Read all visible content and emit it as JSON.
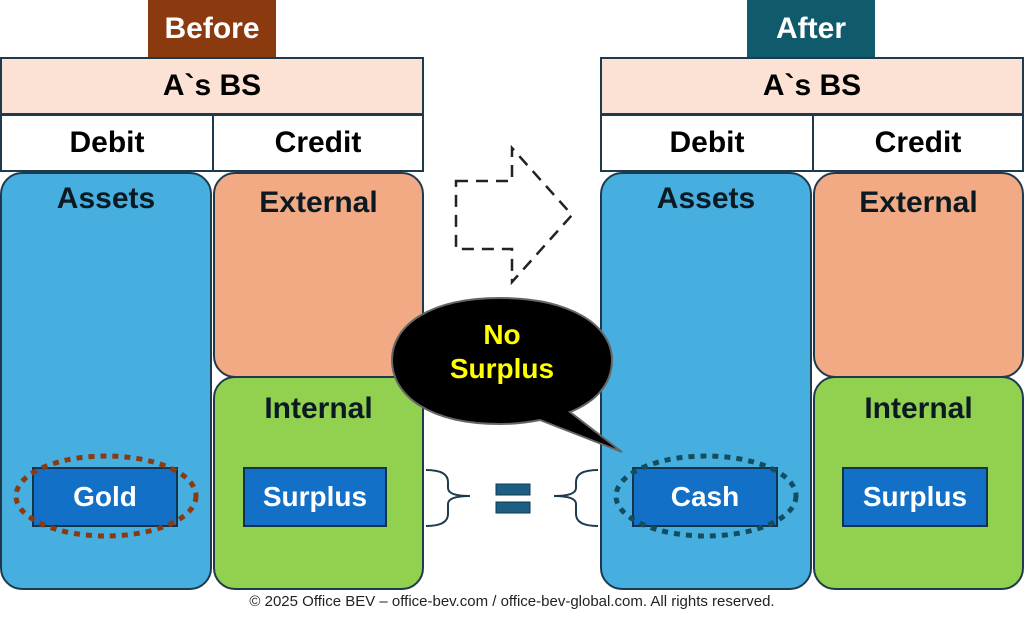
{
  "before": {
    "tag": "Before",
    "tag_color": "#8b3a10",
    "title": "A`s BS",
    "debit": "Debit",
    "credit": "Credit",
    "assets": "Assets",
    "external": "External",
    "internal": "Internal",
    "asset_item": "Gold",
    "equity_item": "Surplus"
  },
  "after": {
    "tag": "After",
    "tag_color": "#0f5a6b",
    "title": "A`s BS",
    "debit": "Debit",
    "credit": "Credit",
    "assets": "Assets",
    "external": "External",
    "internal": "Internal",
    "asset_item": "Cash",
    "equity_item": "Surplus"
  },
  "callout": {
    "line1": "No",
    "line2": "Surplus"
  },
  "colors": {
    "assets": "#47aee0",
    "external": "#f2aa84",
    "internal": "#92d050",
    "item": "#1270c6",
    "header": "#fbe2d5"
  },
  "footer": "© 2025 Office BEV – office-bev.com / office-bev-global.com. All rights reserved."
}
